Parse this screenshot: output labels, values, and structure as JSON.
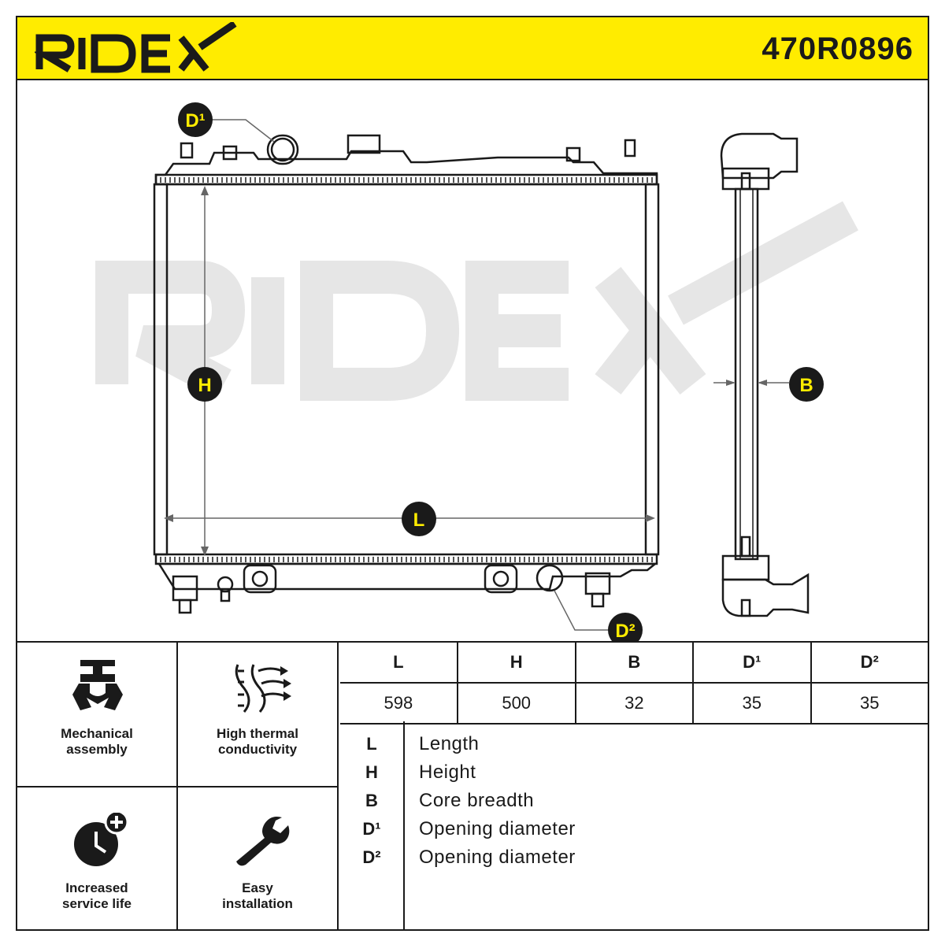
{
  "header": {
    "brand": "RIDEX",
    "part_number": "470R0896",
    "color": "#ffec00"
  },
  "diagram": {
    "watermark": "RIDEX",
    "callouts": {
      "d1": "D¹",
      "d2": "D²",
      "h": "H",
      "l": "L",
      "b": "B"
    }
  },
  "features": [
    {
      "icon": "mechanical-assembly-icon",
      "label_line1": "Mechanical",
      "label_line2": "assembly"
    },
    {
      "icon": "heat-flow-icon",
      "label_line1": "High thermal",
      "label_line2": "conductivity"
    },
    {
      "icon": "clock-plus-icon",
      "label_line1": "Increased",
      "label_line2": "service life"
    },
    {
      "icon": "wrench-icon",
      "label_line1": "Easy",
      "label_line2": "installation"
    }
  ],
  "dimensions": {
    "headers": [
      "L",
      "H",
      "B",
      "D¹",
      "D²"
    ],
    "values": [
      "598",
      "500",
      "32",
      "35",
      "35"
    ]
  },
  "legend": [
    {
      "symbol": "L",
      "text": "Length"
    },
    {
      "symbol": "H",
      "text": "Height"
    },
    {
      "symbol": "B",
      "text": "Core breadth"
    },
    {
      "symbol": "D¹",
      "text": "Opening diameter"
    },
    {
      "symbol": "D²",
      "text": "Opening diameter"
    }
  ]
}
